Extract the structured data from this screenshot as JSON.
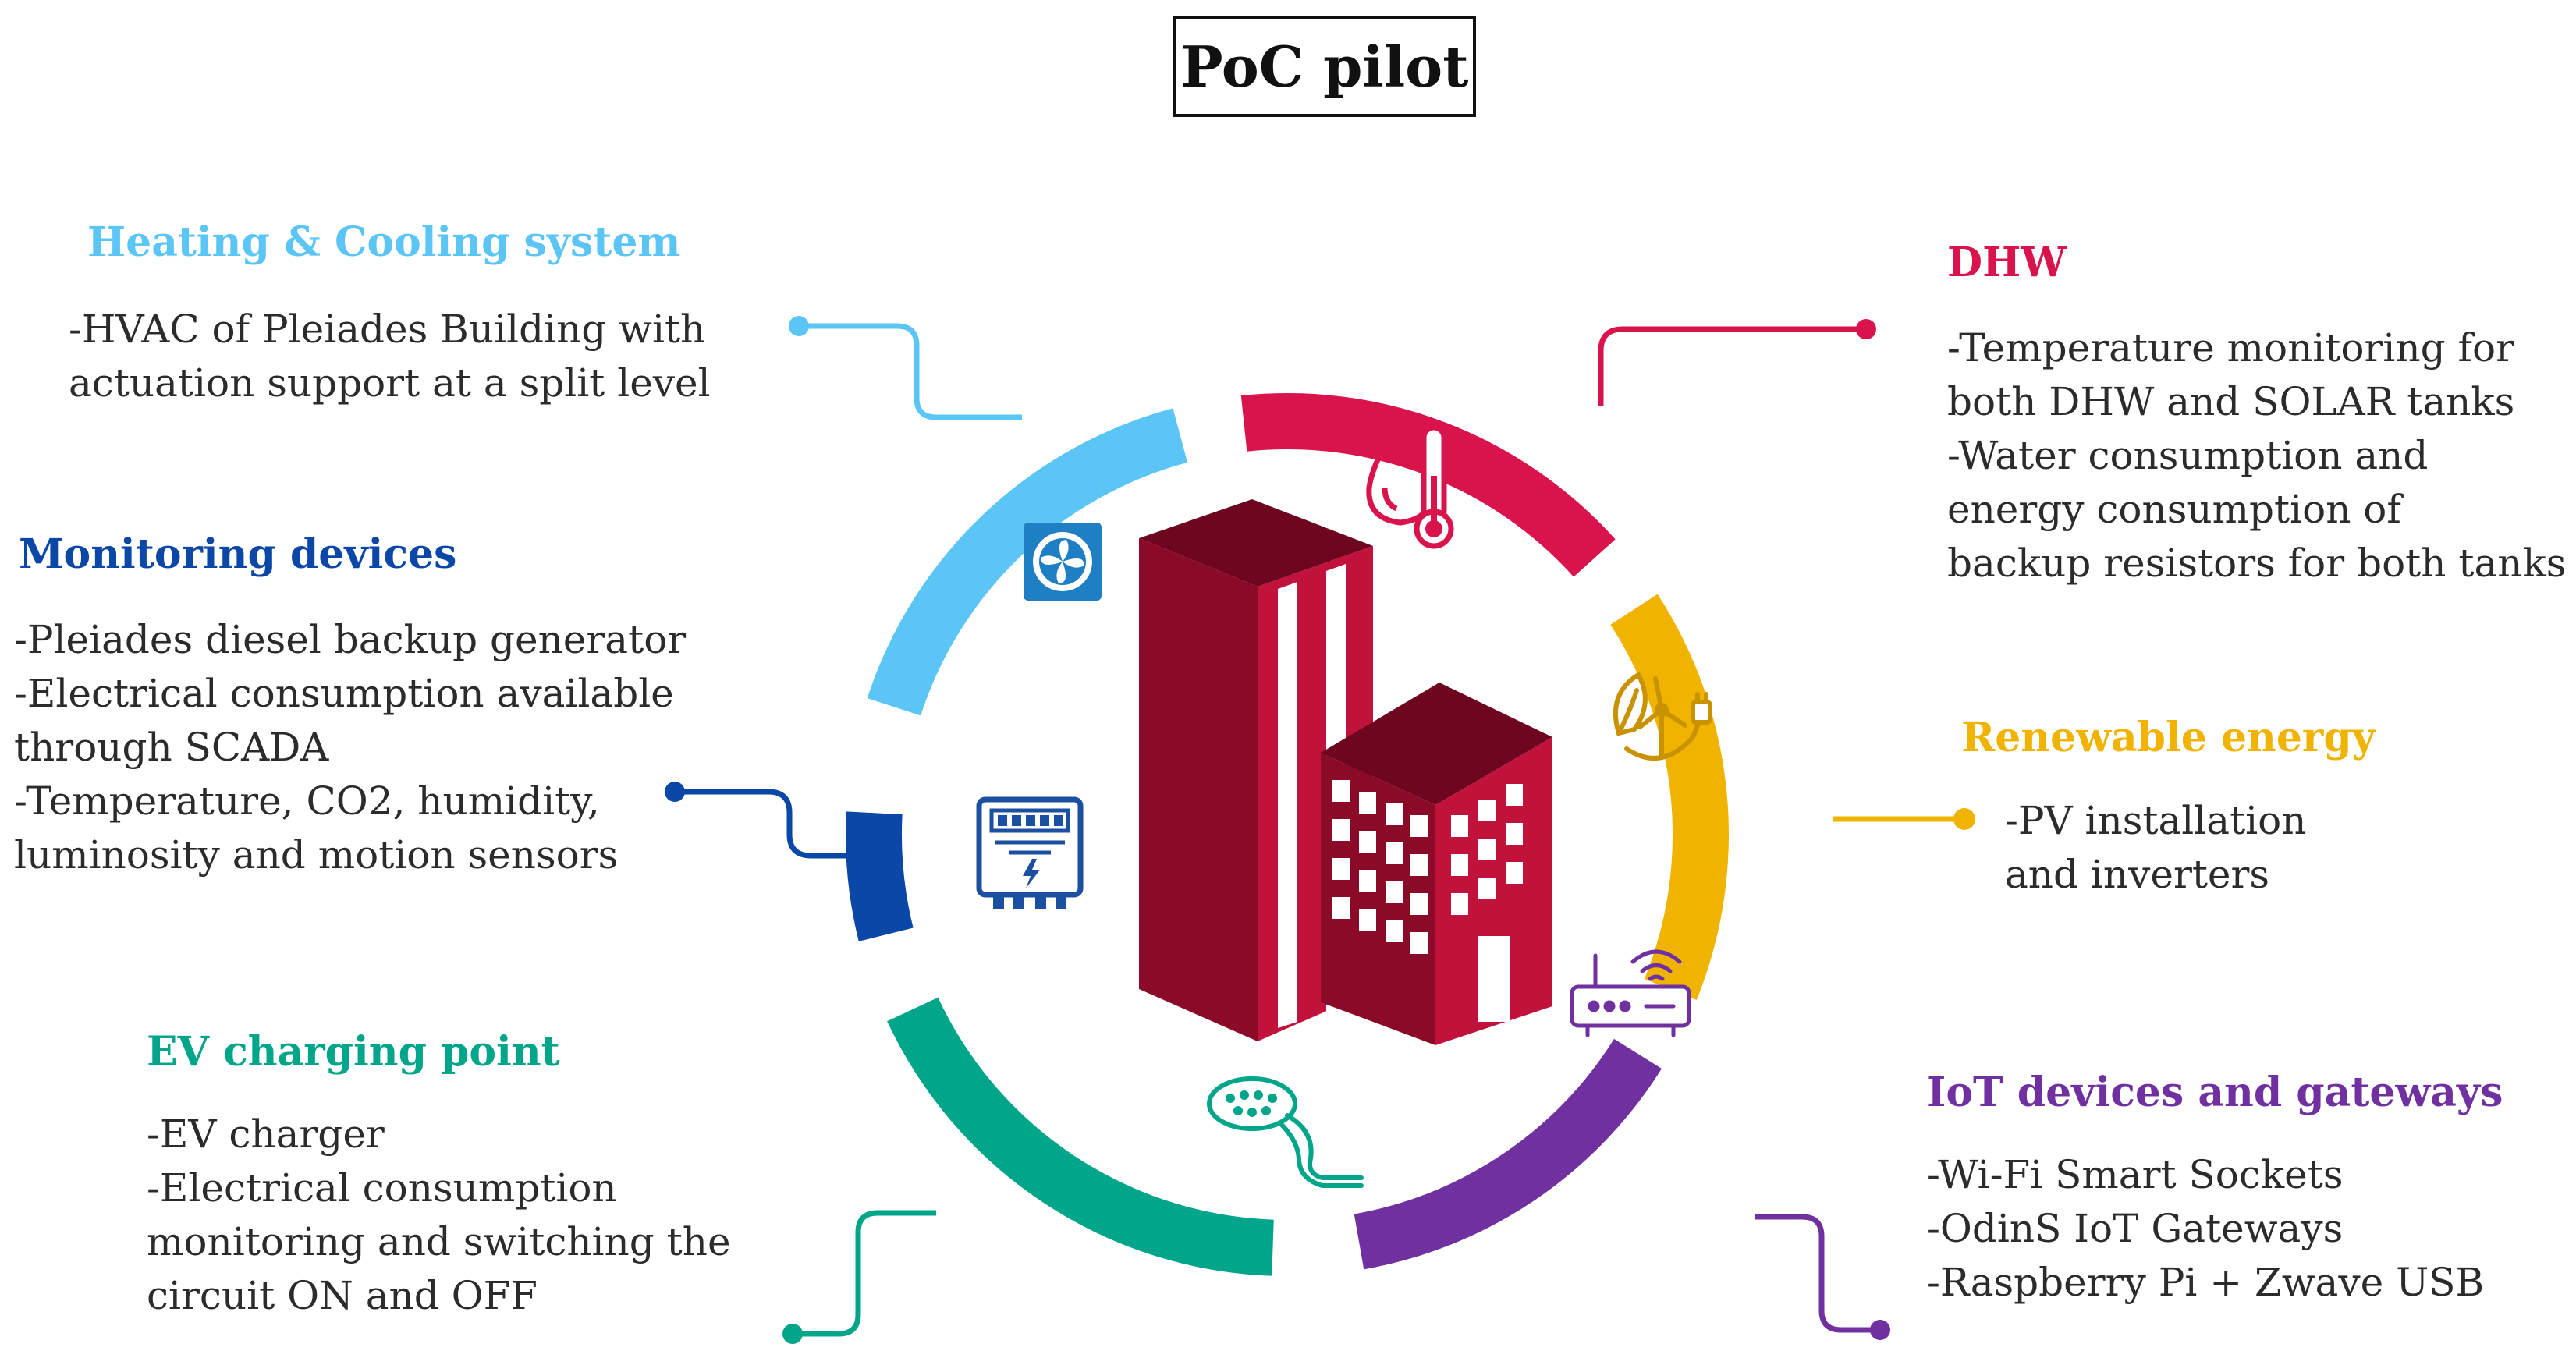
{
  "title": "PoC pilot",
  "colors": {
    "heating": "#5bc5f5",
    "dhw": "#d9134b",
    "renewable": "#f0b400",
    "iot": "#7030a0",
    "ev": "#00a58a",
    "monitoring": "#0a47a6",
    "building_dark": "#8b0a27",
    "building_mid": "#c0123a",
    "building_roof": "#6e0620"
  },
  "sections": {
    "heating": {
      "heading": "Heating & Cooling system",
      "lines": [
        "-HVAC of Pleiades Building with",
        "actuation support at a split level"
      ],
      "icon": "fan-icon"
    },
    "dhw": {
      "heading": "DHW",
      "lines": [
        "-Temperature monitoring for",
        "both DHW and SOLAR tanks",
        "-Water consumption and",
        "energy consumption of",
        "backup resistors for both tanks"
      ],
      "icon": "water-thermometer-icon"
    },
    "monitoring": {
      "heading": "Monitoring devices",
      "lines": [
        "-Pleiades diesel backup generator",
        "-Electrical consumption available",
        "through SCADA",
        "-Temperature, CO2, humidity,",
        "luminosity and motion sensors"
      ],
      "icon": "electric-meter-icon"
    },
    "renewable": {
      "heading": "Renewable energy",
      "lines": [
        "-PV installation",
        "and inverters"
      ],
      "icon": "wind-leaf-plug-icon"
    },
    "ev": {
      "heading": "EV charging point",
      "lines": [
        "-EV charger",
        "-Electrical consumption",
        "monitoring and switching the",
        "circuit ON and OFF"
      ],
      "icon": "ev-plug-icon"
    },
    "iot": {
      "heading": "IoT devices and gateways",
      "lines": [
        "-Wi-Fi Smart Sockets",
        "-OdinS IoT Gateways",
        "-Raspberry Pi + Zwave USB"
      ],
      "icon": "router-icon"
    }
  }
}
